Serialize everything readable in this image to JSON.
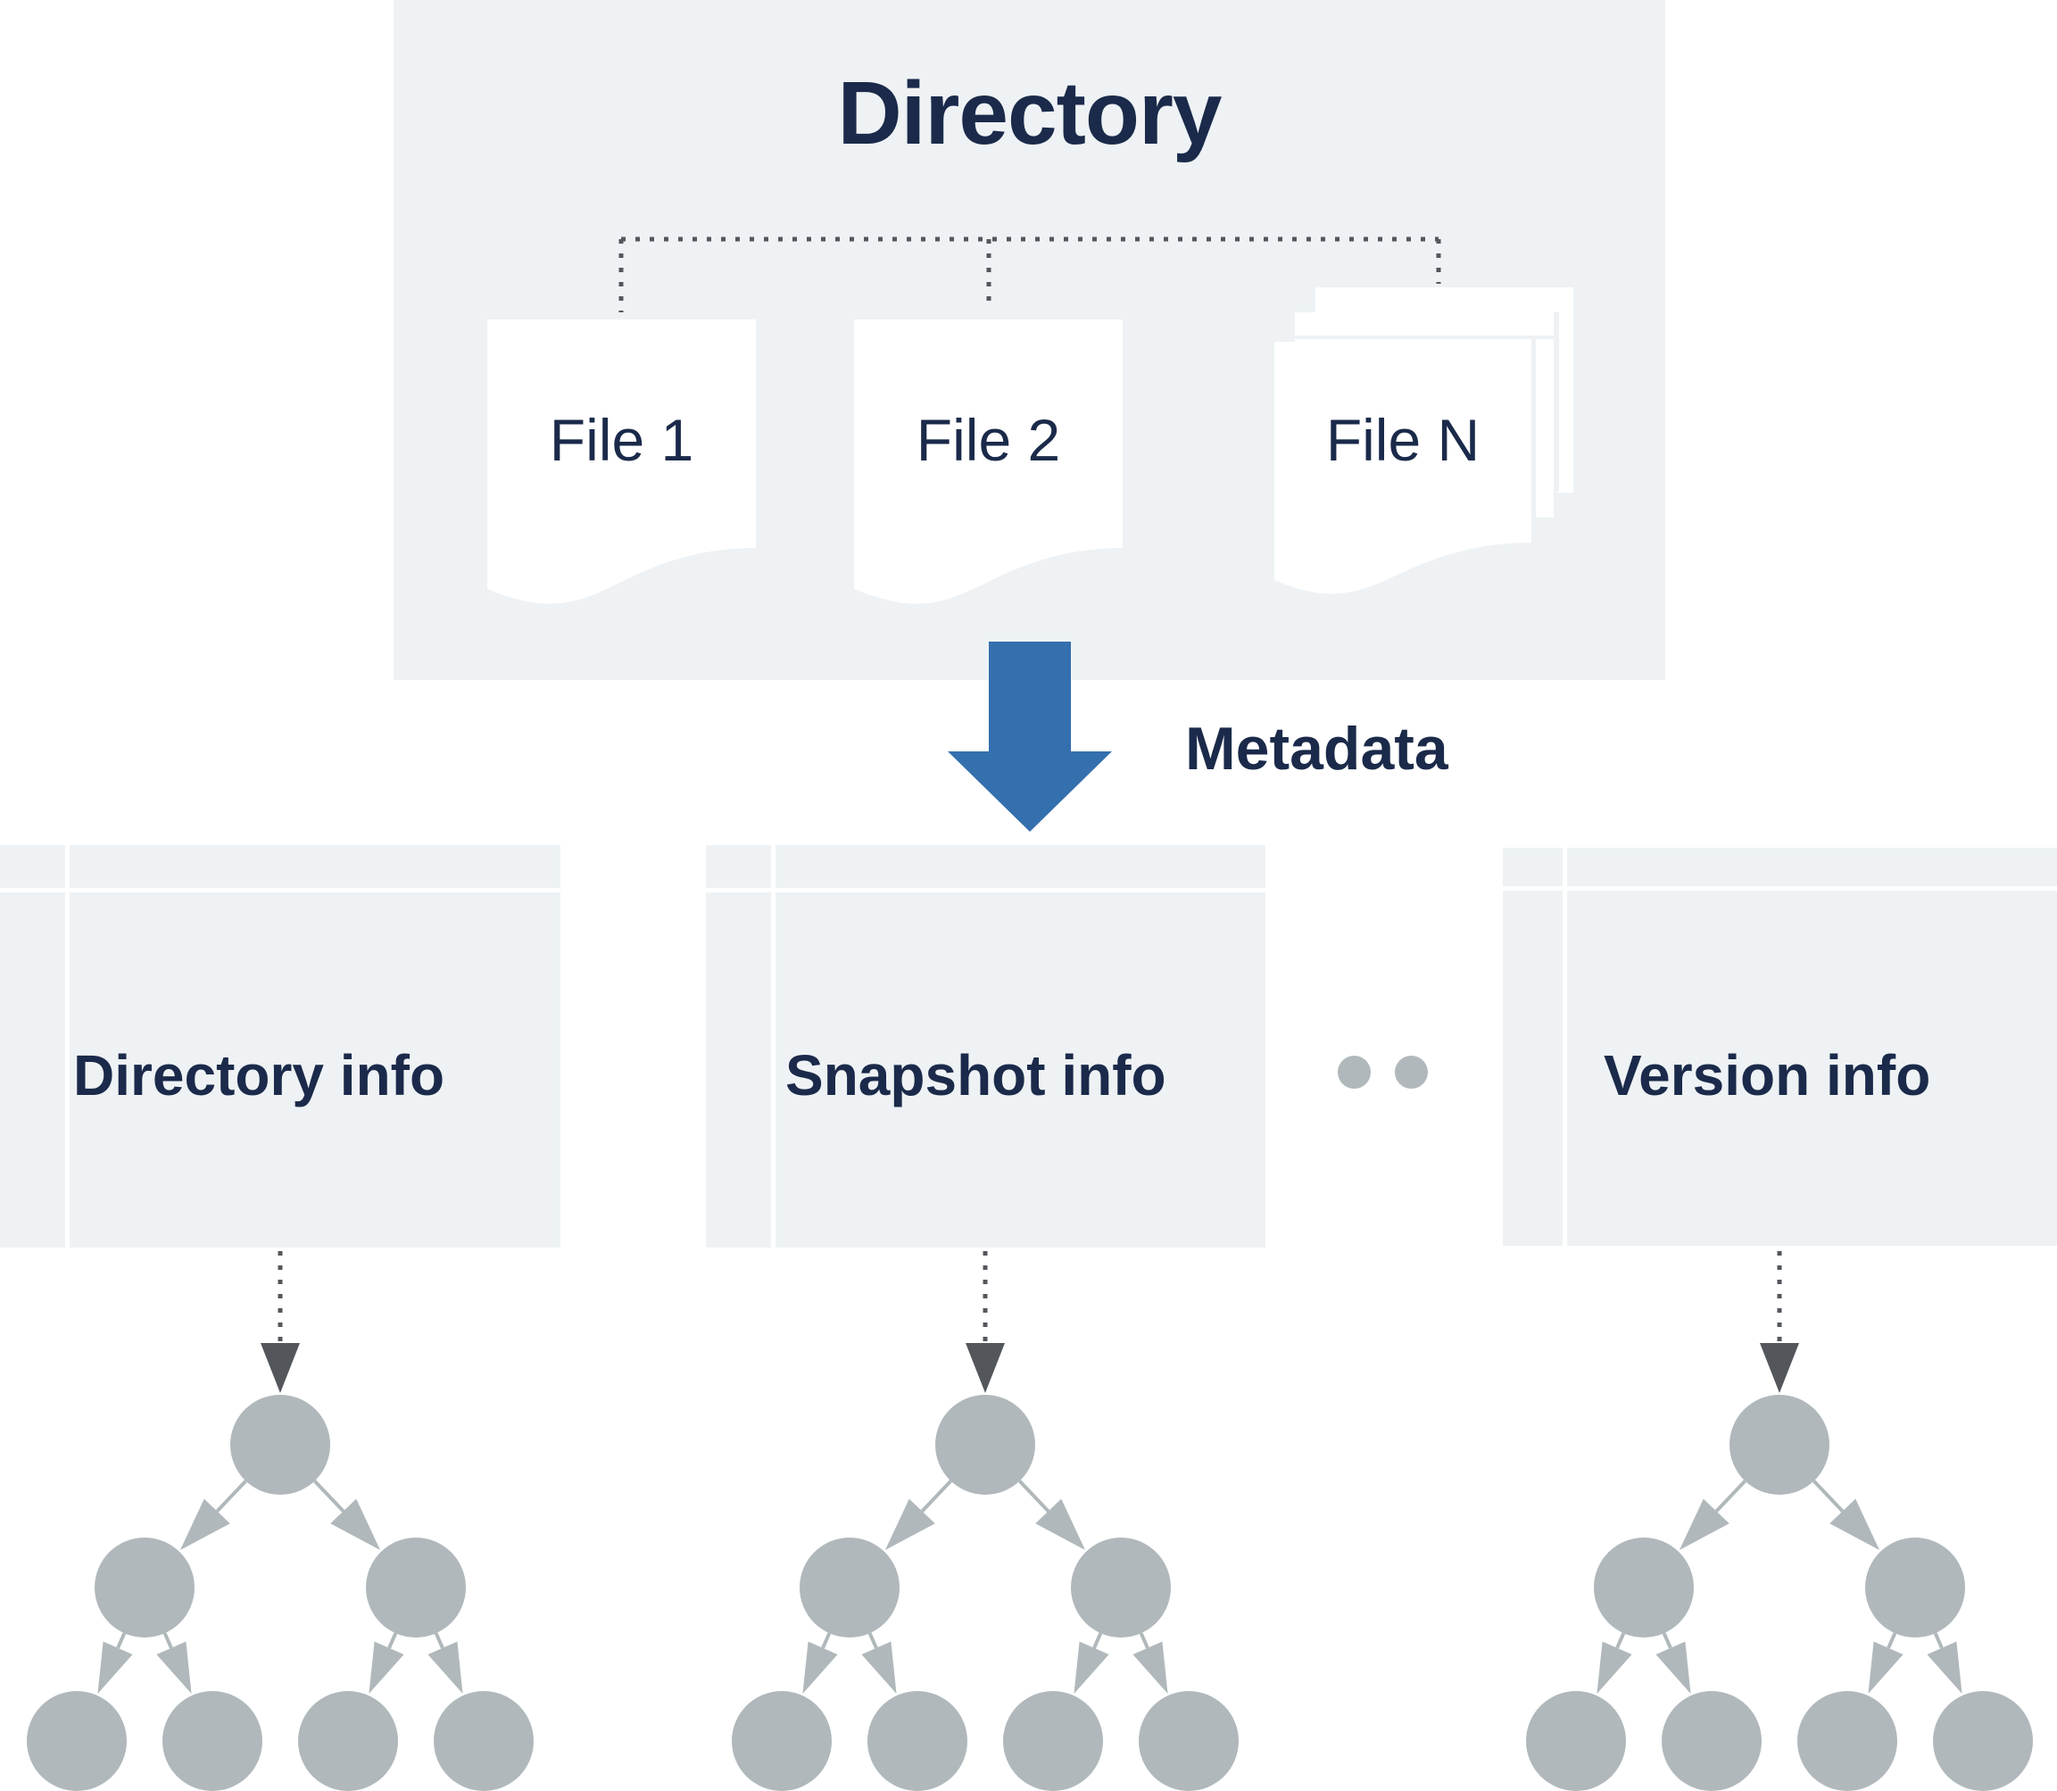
{
  "directory": {
    "title": "Directory",
    "files": [
      {
        "label": "File 1"
      },
      {
        "label": "File 2"
      },
      {
        "label": "File N"
      }
    ]
  },
  "arrow": {
    "label": "Metadata",
    "color": "#346fae"
  },
  "tables": [
    {
      "label": "Directory info"
    },
    {
      "label": "Snapshot info"
    },
    {
      "label": "Version info"
    }
  ],
  "colors": {
    "panel": "#eef2f4",
    "text": "#1b2a4a",
    "node": "#b0b8bb",
    "connector": "#53575c"
  }
}
